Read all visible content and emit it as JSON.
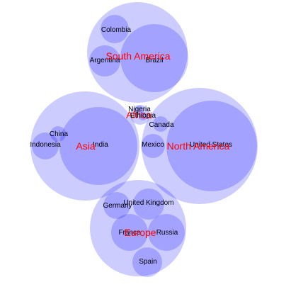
{
  "colors": {
    "bubble_fill": "#0000ff",
    "continent_label": "#ff0000",
    "country_label": "#000000"
  },
  "groups": [
    {
      "name": "South America",
      "countries": [
        "Colombia",
        "Argentina",
        "Brazil"
      ]
    },
    {
      "name": "Africa",
      "countries": [
        "Nigeria",
        "Ethiopia"
      ]
    },
    {
      "name": "Asia",
      "countries": [
        "China",
        "Indonesia",
        "India"
      ]
    },
    {
      "name": "North America",
      "countries": [
        "Canada",
        "Mexico",
        "United States"
      ]
    },
    {
      "name": "Europe",
      "countries": [
        "Germany",
        "United Kingdom",
        "France",
        "Russia",
        "Spain"
      ]
    }
  ]
}
